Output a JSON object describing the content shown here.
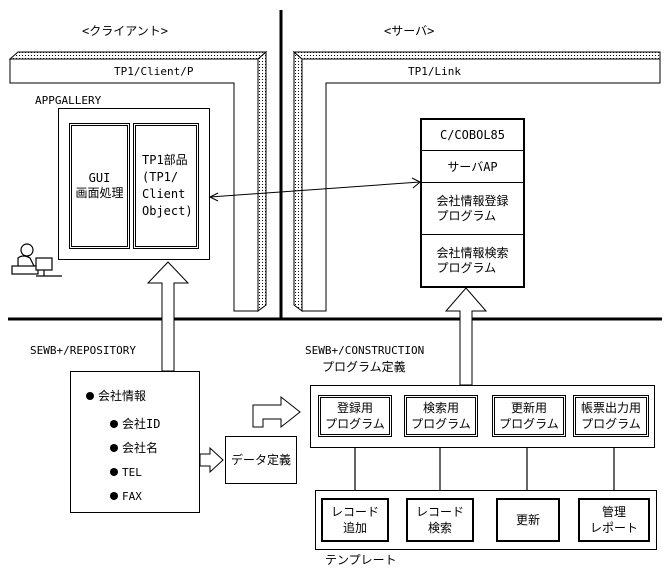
{
  "zones": {
    "client": "<クライアント>",
    "server": "<サーバ>"
  },
  "bands": {
    "client": "TP1/Client/P",
    "server": "TP1/Link"
  },
  "appgallery": {
    "label": "APPGALLERY",
    "gui": [
      "GUI",
      "画面処理"
    ],
    "tp1": [
      "TP1部品",
      "(TP1/",
      "Client",
      "Object)"
    ]
  },
  "server_stack": [
    "C/COBOL85",
    "サーバAP",
    "会社情報登録\nプログラム",
    "会社情報検索\nプログラム"
  ],
  "repository": {
    "label": "SEWB+/REPOSITORY",
    "root": "会社情報",
    "children": [
      "会社ID",
      "会社名",
      "TEL",
      "FAX"
    ]
  },
  "construction": {
    "label": "SEWB+/CONSTRUCTION",
    "sublabel": "プログラム定義"
  },
  "data_def": "データ定義",
  "programs": [
    "登録用\nプログラム",
    "検索用\nプログラム",
    "更新用\nプログラム",
    "帳票出力用\nプログラム"
  ],
  "templates": [
    "レコード\n追加",
    "レコード\n検索",
    "更新",
    "管理\nレポート"
  ],
  "template_label": "テンプレート"
}
